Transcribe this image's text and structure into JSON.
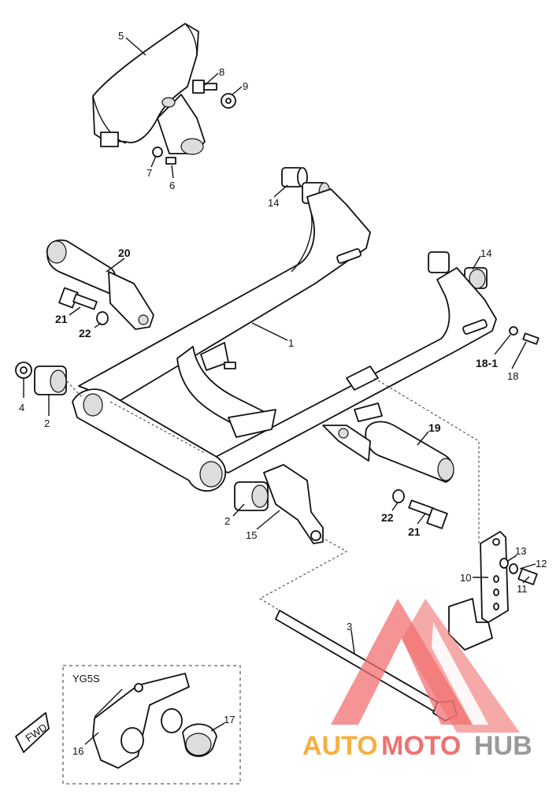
{
  "labels": {
    "p1": "1",
    "p2a": "2",
    "p2b": "2",
    "p3": "3",
    "p4": "4",
    "p5": "5",
    "p6": "6",
    "p7": "7",
    "p8": "8",
    "p9": "9",
    "p10": "10",
    "p11": "11",
    "p12": "12",
    "p13": "13",
    "p14a": "14",
    "p14b": "14",
    "p15": "15",
    "p16": "16",
    "p17": "17",
    "p18": "18",
    "p18_1": "18-1",
    "p19": "19",
    "p20": "20",
    "p21a": "21",
    "p21b": "21",
    "p22a": "22",
    "p22b": "22"
  },
  "inset": {
    "model": "YG5S"
  },
  "arrow": {
    "text": "FWD"
  },
  "watermark": {
    "part1": "AUTO",
    "part2": "MOTO",
    "part3": "HUB"
  },
  "colors": {
    "line": "#111111",
    "watermark_red": "#f07070",
    "watermark_orange": "#f5b040",
    "watermark_gray": "#9a9a9a"
  }
}
